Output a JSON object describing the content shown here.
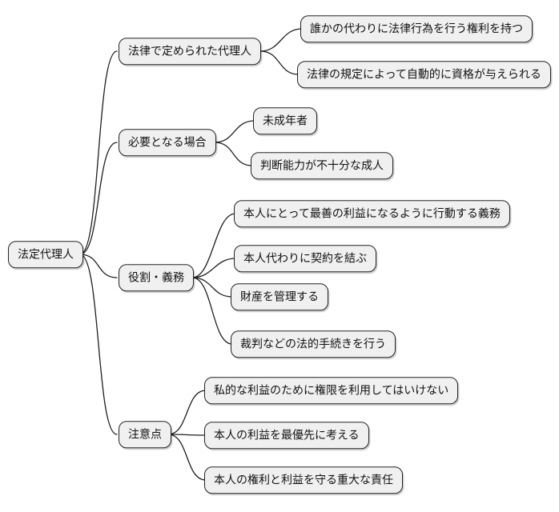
{
  "diagram": {
    "type": "mindmap",
    "root": {
      "label": "法定代理人"
    },
    "branches": [
      {
        "label": "法律で定められた代理人",
        "children": [
          {
            "label": "誰かの代わりに法律行為を行う権利を持つ"
          },
          {
            "label": "法律の規定によって自動的に資格が与えられる"
          }
        ]
      },
      {
        "label": "必要となる場合",
        "children": [
          {
            "label": "未成年者"
          },
          {
            "label": "判断能力が不十分な成人"
          }
        ]
      },
      {
        "label": "役割・義務",
        "children": [
          {
            "label": "本人にとって最善の利益になるように行動する義務"
          },
          {
            "label": "本人代わりに契約を結ぶ"
          },
          {
            "label": "財産を管理する"
          },
          {
            "label": "裁判などの法的手続きを行う"
          }
        ]
      },
      {
        "label": "注意点",
        "children": [
          {
            "label": "私的な利益のために権限を利用してはいけない"
          },
          {
            "label": "本人の利益を最優先に考える"
          },
          {
            "label": "本人の権利と利益を守る重大な責任"
          }
        ]
      }
    ],
    "colors": {
      "background": "#ffffff",
      "node_fill": "#f0f0f0",
      "node_border": "#222222",
      "connector": "#1f1f1f",
      "text": "#111111"
    }
  }
}
